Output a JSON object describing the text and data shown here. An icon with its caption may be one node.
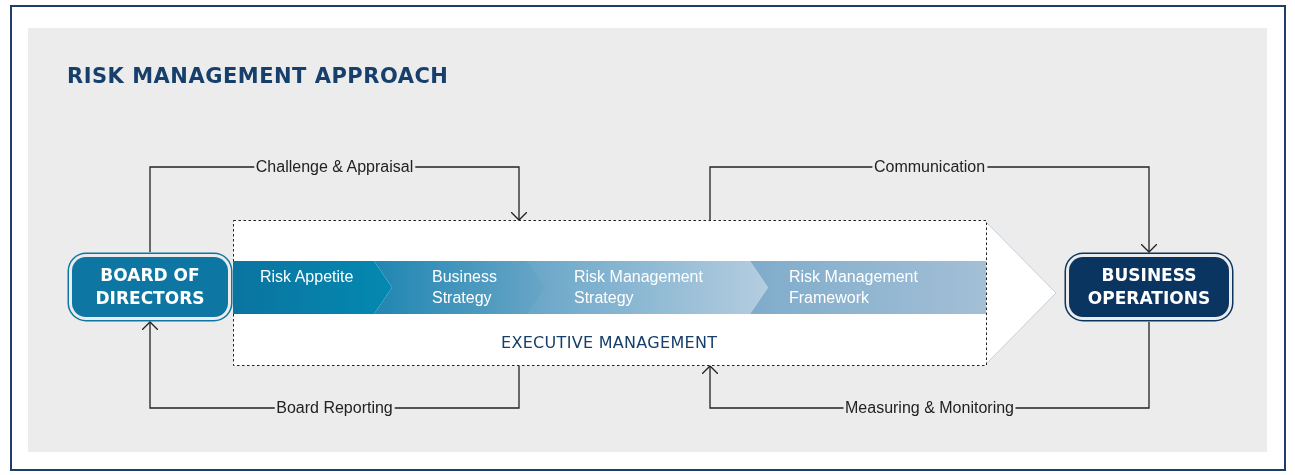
{
  "diagram": {
    "title": "RISK MANAGEMENT APPROACH",
    "nodes": [
      {
        "text": [
          "BOARD OF DIRECTORS"
        ]
      },
      {
        "text": [
          "EXECUTIVE MANAGEMENT"
        ]
      },
      {
        "text": [
          "Risk Appetite"
        ],
        "in": 1
      },
      {
        "text": [
          "Business Strategy"
        ],
        "in": 1
      },
      {
        "text": [
          "Risk Management Strategy"
        ],
        "in": 1
      },
      {
        "text": [
          "Risk Management Framework"
        ],
        "in": 1
      },
      {
        "text": [
          "BUSINESS OPERATIONS"
        ]
      }
    ],
    "edges": [
      {
        "from": 0,
        "to": 1,
        "label": "Challenge & Appraisal",
        "arrow": "to"
      },
      {
        "from": 1,
        "to": 0,
        "label": "Board Reporting",
        "arrow": "to"
      },
      {
        "from": 1,
        "to": 6,
        "label": "Communication",
        "arrow": "to"
      },
      {
        "from": 6,
        "to": 1,
        "label": "Measuring & Monitoring",
        "arrow": "to"
      }
    ]
  }
}
